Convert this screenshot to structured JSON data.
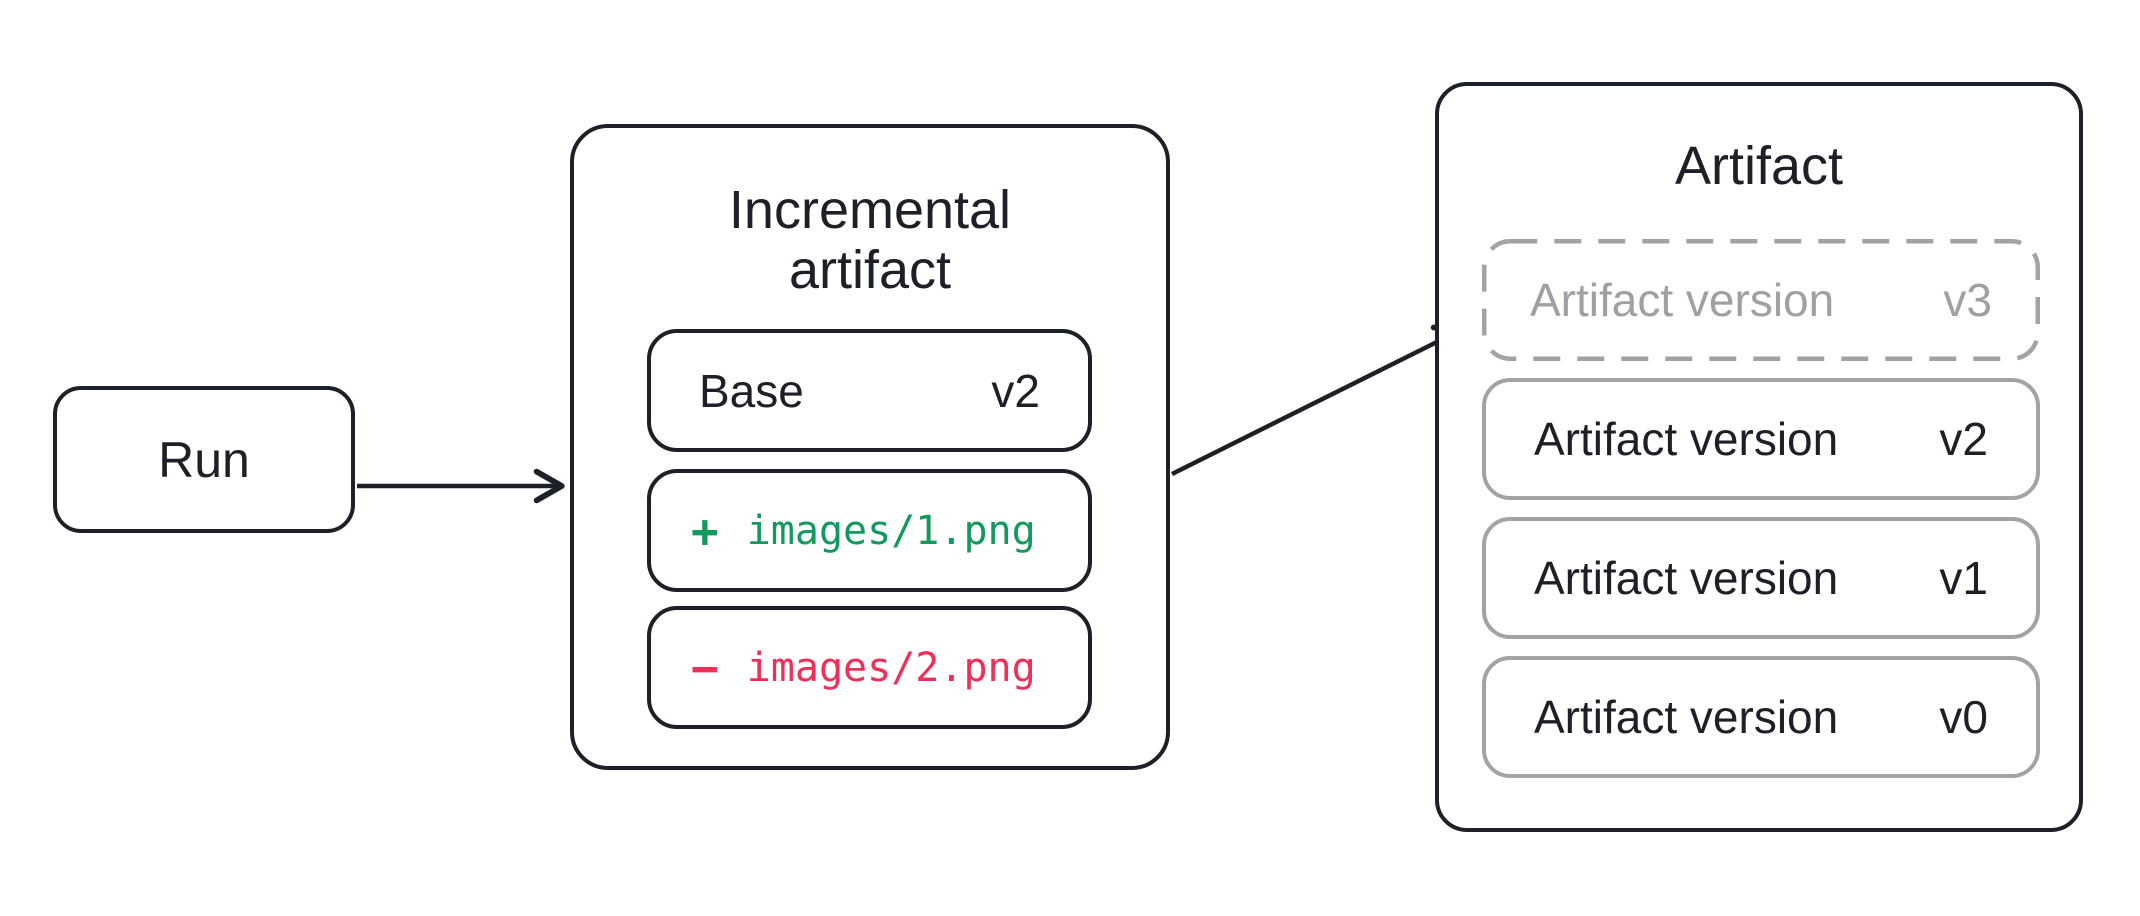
{
  "run": {
    "label": "Run"
  },
  "incremental": {
    "title_lines": [
      "Incremental",
      "artifact"
    ],
    "base": {
      "label": "Base",
      "version": "v2"
    },
    "added": {
      "sign": "+",
      "path": "images/1.png"
    },
    "removed": {
      "sign": "−",
      "path": "images/2.png"
    }
  },
  "artifact": {
    "title": "Artifact",
    "versions": [
      {
        "label": "Artifact version",
        "version": "v3",
        "state": "pending"
      },
      {
        "label": "Artifact version",
        "version": "v2",
        "state": "committed"
      },
      {
        "label": "Artifact version",
        "version": "v1",
        "state": "committed"
      },
      {
        "label": "Artifact version",
        "version": "v0",
        "state": "committed"
      }
    ]
  },
  "colors": {
    "stroke_dark": "#1d2026",
    "border_gray": "#a2a3a5",
    "text_gray": "#9fa0a3",
    "added_green": "#12995e",
    "removed_red": "#ee2f58",
    "background": "#ffffff"
  }
}
